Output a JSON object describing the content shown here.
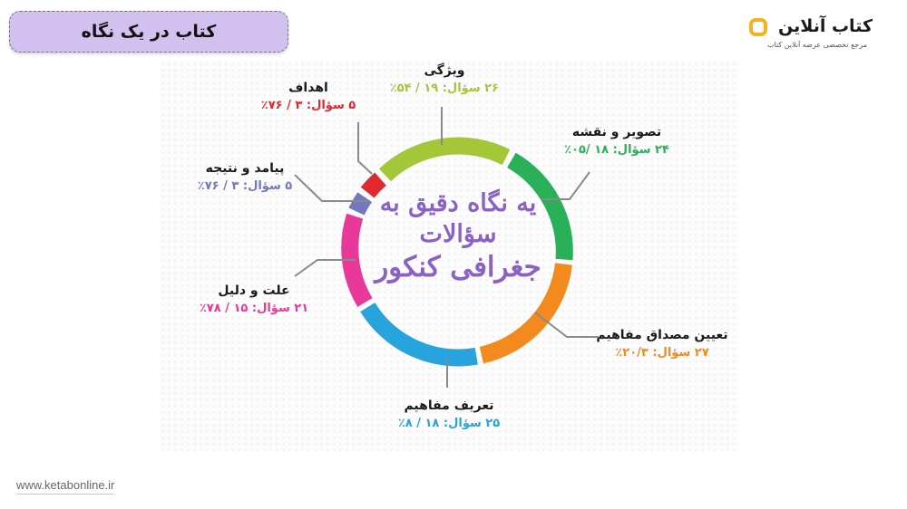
{
  "header": {
    "title": "کتاب در یک نگاه",
    "brand_name": "کتاب آنلاین",
    "brand_tagline": "مرجع تخصصی عرضه آنلاین کتاب",
    "brand_icon": "logo-icon",
    "brand_color": "#f2b31f",
    "title_bg_color": "#d2c1ef"
  },
  "infographic": {
    "center_text": {
      "line1": "یه نگاه دقیق به",
      "line2": "سؤالات",
      "line3": "جغرافی کنکور"
    },
    "categories": [
      {
        "name": "ویژگی",
        "stat": "۲۶ سؤال: ۱۹ / ۵۴٪",
        "color": "#a4c639"
      },
      {
        "name": "تصویر و نقشه",
        "stat": "۲۴ سؤال: ۱۸ /۰۵٪",
        "color": "#2bb05a"
      },
      {
        "name": "تعیین مصداق مفاهیم",
        "stat": "۲۷ سؤال: ۲۰/۳٪",
        "color": "#f28a1e"
      },
      {
        "name": "تعریف مفاهیم",
        "stat": "۲۵ سؤال: ۱۸ / ۸٪",
        "color": "#27a4dd"
      },
      {
        "name": "علت و دلیل",
        "stat": "۲۱ سؤال: ۱۵ / ۷۸٪",
        "color": "#e8399a"
      },
      {
        "name": "پیامد و نتیجه",
        "stat": "۵ سؤال: ۳ / ۷۶٪",
        "color": "#7379bf"
      },
      {
        "name": "اهداف",
        "stat": "۵ سؤال: ۳ / ۷۶٪",
        "color": "#e02a2f"
      }
    ]
  },
  "footer": {
    "url": "www.ketabonline.ir"
  }
}
